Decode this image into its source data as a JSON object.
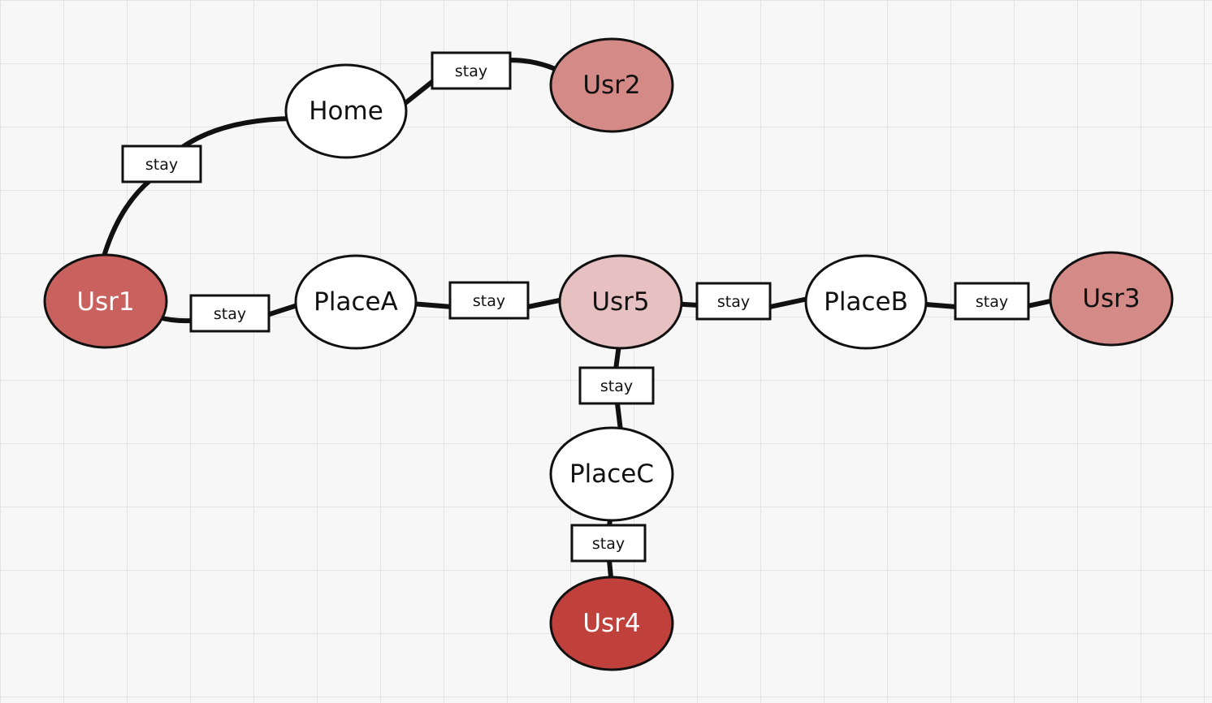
{
  "colors": {
    "stroke": "#111111",
    "place_fill": "#ffffff",
    "light_text": "#ffffff",
    "dark_text": "#111111",
    "usr1_fill": "#c9625f",
    "usr2_fill": "#d48b88",
    "usr3_fill": "#d48b88",
    "usr4_fill": "#c0403c",
    "usr5_fill": "#e7c1c1"
  },
  "nodes": [
    {
      "id": "usr1",
      "label": "Usr1",
      "fill": "#c9625f",
      "text_color": "#ffffff"
    },
    {
      "id": "usr2",
      "label": "Usr2",
      "fill": "#d48b88",
      "text_color": "#111111"
    },
    {
      "id": "usr3",
      "label": "Usr3",
      "fill": "#d48b88",
      "text_color": "#111111"
    },
    {
      "id": "usr4",
      "label": "Usr4",
      "fill": "#c0403c",
      "text_color": "#ffffff"
    },
    {
      "id": "usr5",
      "label": "Usr5",
      "fill": "#e7c1c1",
      "text_color": "#111111"
    },
    {
      "id": "home",
      "label": "Home",
      "fill": "#ffffff",
      "text_color": "#111111"
    },
    {
      "id": "placeA",
      "label": "PlaceA",
      "fill": "#ffffff",
      "text_color": "#111111"
    },
    {
      "id": "placeB",
      "label": "PlaceB",
      "fill": "#ffffff",
      "text_color": "#111111"
    },
    {
      "id": "placeC",
      "label": "PlaceC",
      "fill": "#ffffff",
      "text_color": "#111111"
    }
  ],
  "edges": [
    {
      "id": "usr1-home",
      "from": "usr1",
      "to": "home",
      "label": "stay"
    },
    {
      "id": "home-usr2",
      "from": "home",
      "to": "usr2",
      "label": "stay"
    },
    {
      "id": "usr1-placeA",
      "from": "usr1",
      "to": "placeA",
      "label": "stay"
    },
    {
      "id": "placeA-usr5",
      "from": "placeA",
      "to": "usr5",
      "label": "stay"
    },
    {
      "id": "usr5-placeB",
      "from": "usr5",
      "to": "placeB",
      "label": "stay"
    },
    {
      "id": "placeB-usr3",
      "from": "placeB",
      "to": "usr3",
      "label": "stay"
    },
    {
      "id": "usr5-placeC",
      "from": "usr5",
      "to": "placeC",
      "label": "stay"
    },
    {
      "id": "placeC-usr4",
      "from": "placeC",
      "to": "usr4",
      "label": "stay"
    }
  ]
}
